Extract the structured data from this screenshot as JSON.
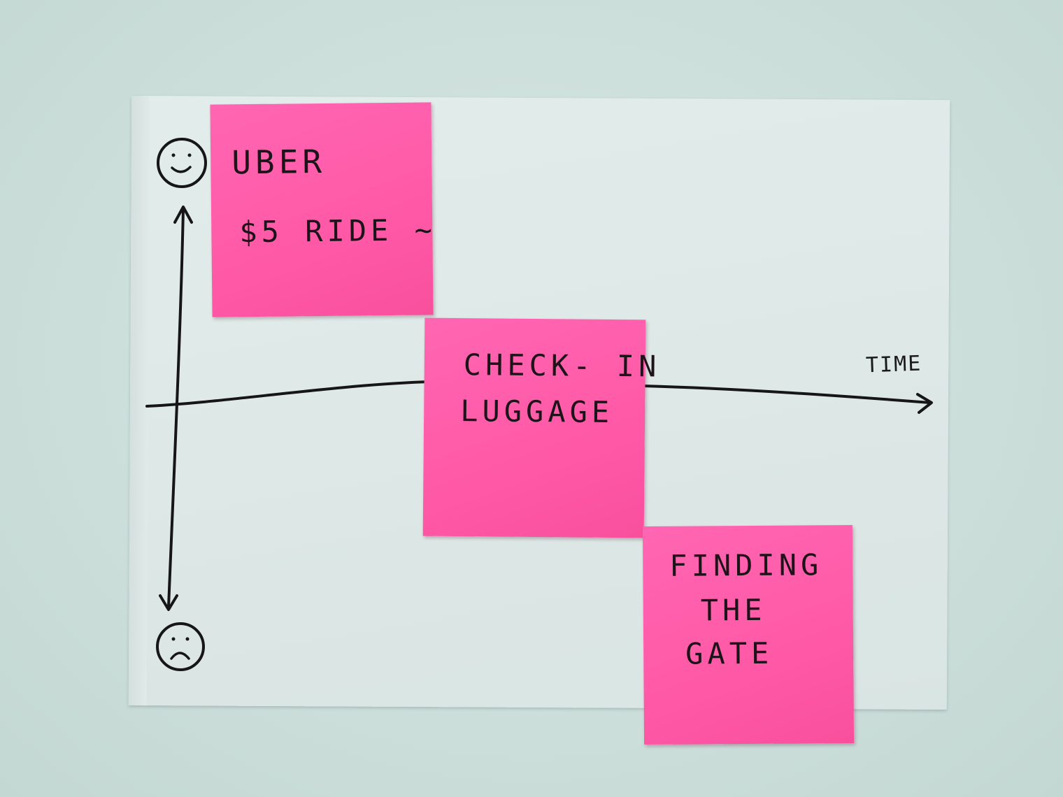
{
  "diagram": {
    "axis_x_label": "TIME",
    "happy_face_icon": "smiley-face-icon",
    "sad_face_icon": "frowny-face-icon",
    "colors": {
      "sticky_note": "#ff5aa8",
      "ink": "#1c1418",
      "paper": "#e0eae8",
      "wall": "#cfe0dc"
    },
    "notes": [
      {
        "lines": [
          "UBER",
          "$5 RIDE ~"
        ]
      },
      {
        "lines": [
          "CHECK- IN",
          "LUGGAGE"
        ]
      },
      {
        "lines": [
          "FINDING",
          "THE",
          "GATE"
        ]
      }
    ]
  }
}
